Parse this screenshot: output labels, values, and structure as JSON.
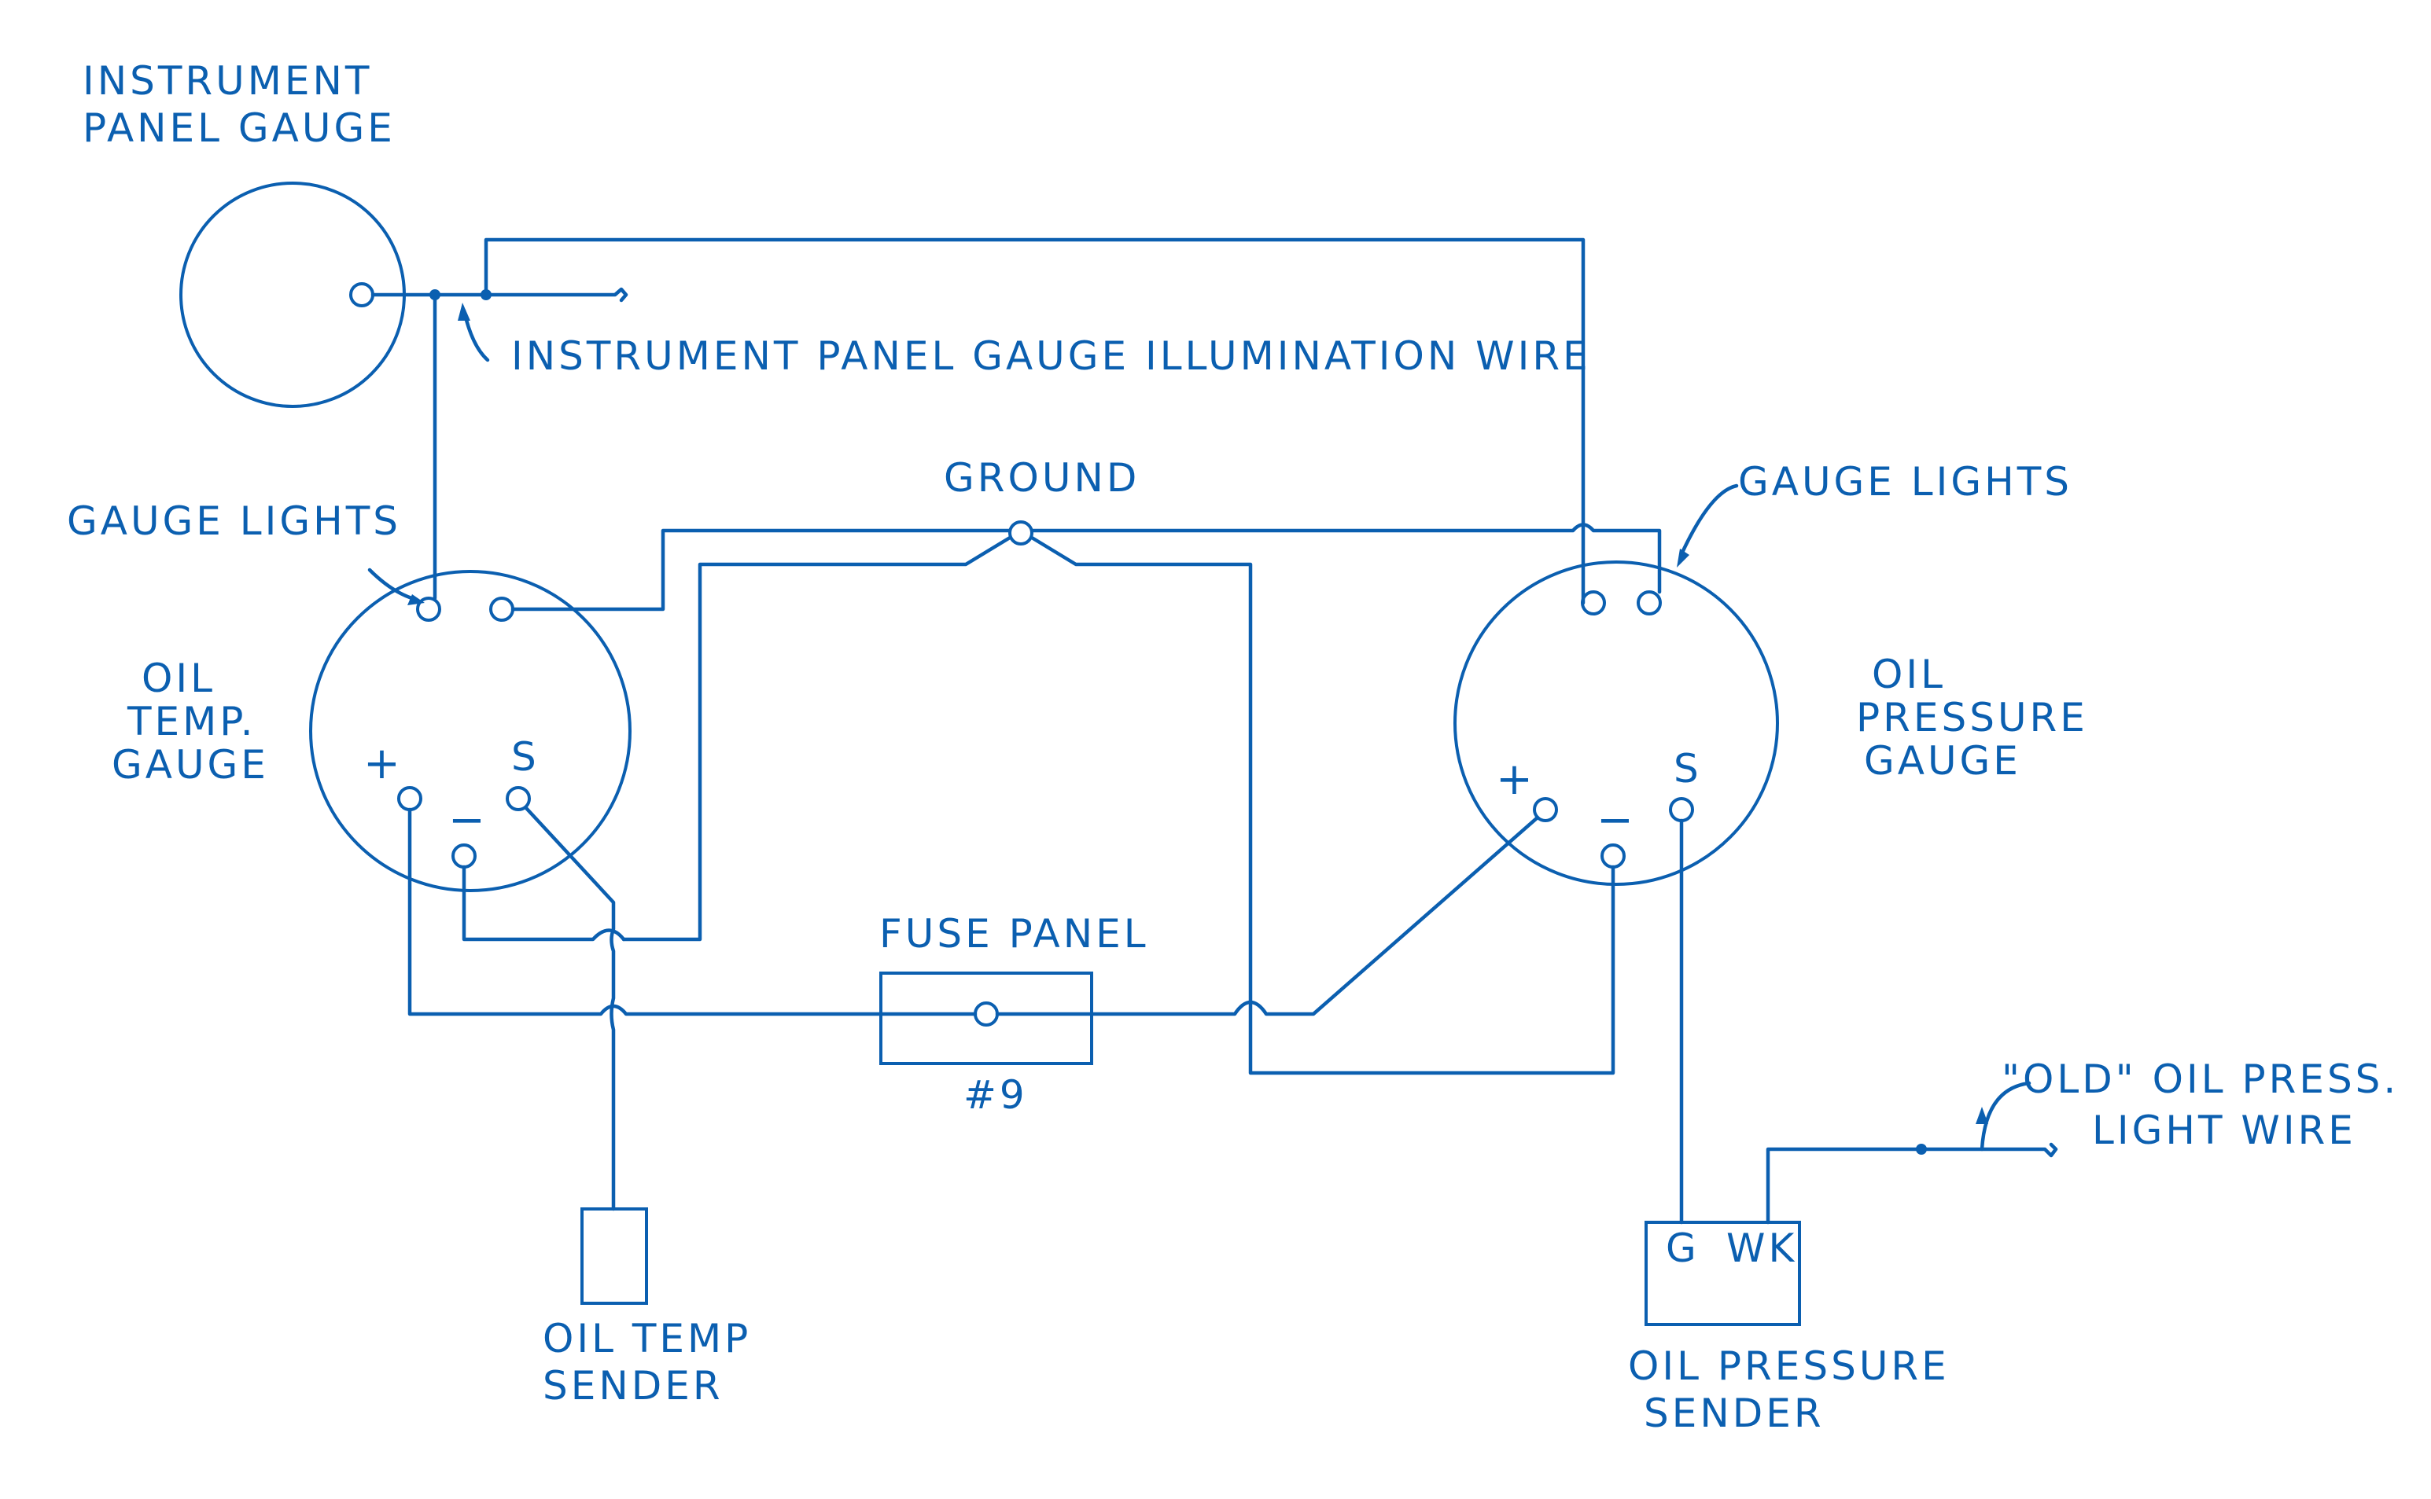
{
  "colors": {
    "ink": "#0b5fb0",
    "ink_light": "#1e80d0",
    "paper": "#ffffff"
  },
  "labels": {
    "instrument_panel_gauge": [
      "INSTRUMENT",
      "PANEL GAUGE"
    ],
    "illumination_wire": "INSTRUMENT PANEL GAUGE ILLUMINATION WIRE",
    "ground": "GROUND",
    "gauge_lights_left": "GAUGE LIGHTS",
    "gauge_lights_right": "GAUGE LIGHTS",
    "oil_temp_gauge": [
      "OIL",
      "TEMP.",
      "GAUGE"
    ],
    "oil_pressure_gauge": [
      "OIL",
      "PRESSURE",
      "GAUGE"
    ],
    "fuse_panel": "FUSE PANEL",
    "fuse_number": "#9",
    "oil_temp_sender": [
      "OIL TEMP",
      "SENDER"
    ],
    "oil_pressure_sender": [
      "OIL PRESSURE",
      "SENDER"
    ],
    "old_wire": [
      "\"OLD\" OIL PRESS.",
      "LIGHT WIRE"
    ],
    "terminal_plus": "+",
    "terminal_minus": "−",
    "terminal_s": "S",
    "sender_g": "G",
    "sender_wk": "WK"
  }
}
